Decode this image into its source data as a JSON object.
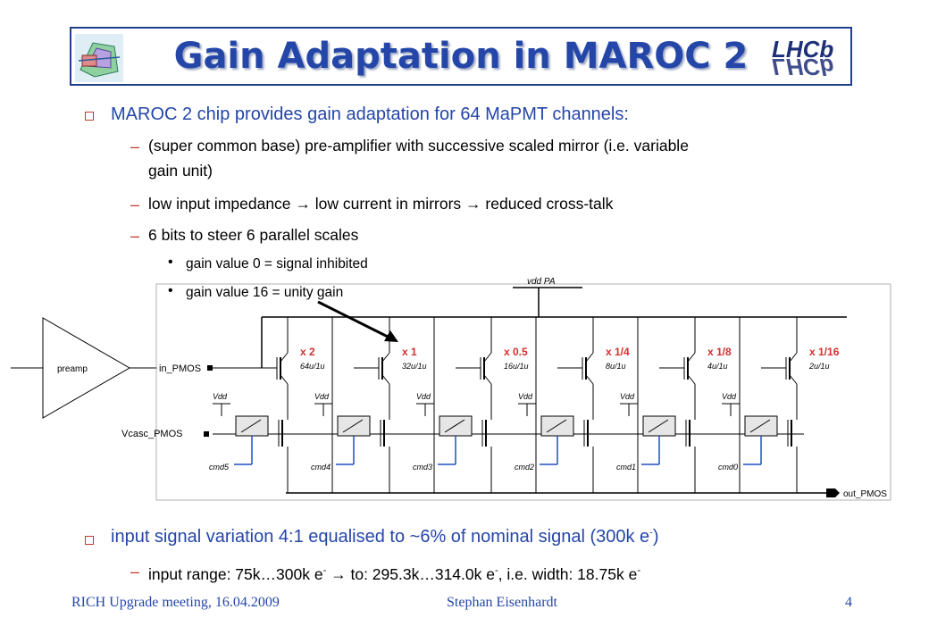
{
  "title": "Gain Adaptation in MAROC 2",
  "logo_text": "LHCb",
  "bullets": {
    "b1": "MAROC 2 chip provides gain adaptation for 64 MaPMT channels:",
    "s1_line1": "(super common base) pre-amplifier with successive scaled mirror (i.e. variable",
    "s1_line2": "gain unit)",
    "s2_a": "low input impedance",
    "s2_b": "low current in mirrors",
    "s2_c": "reduced cross-talk",
    "s3": "6 bits to steer 6 parallel scales",
    "t1": "gain value 0 = signal inhibited",
    "t2": "gain value 16 = unity gain",
    "b2": "input signal variation 4:1 equalised to ~6% of nominal signal (300k e",
    "b2_sup": "-",
    "b2_end": ")",
    "s4_a": "input range: 75k…300k e",
    "s4_b": "to: 295.3k…314.0k e",
    "s4_c": ", i.e. width: 18.75k e",
    "sup_minus": "-",
    "arrow": "→"
  },
  "diagram": {
    "preamp": "preamp",
    "vdd_pa": "vdd PA",
    "in_pmos": "in_PMOS",
    "vcasc_pmos": "Vcasc_PMOS",
    "out_pmos": "out_PMOS",
    "vdd": "Vdd",
    "stages": [
      {
        "scale": "x 2",
        "size": "64u/1u",
        "cmd": "cmd5"
      },
      {
        "scale": "x 1",
        "size": "32u/1u",
        "cmd": "cmd4"
      },
      {
        "scale": "x 0.5",
        "size": "16u/1u",
        "cmd": "cmd3"
      },
      {
        "scale": "x 1/4",
        "size": "8u/1u",
        "cmd": "cmd2"
      },
      {
        "scale": "x 1/8",
        "size": "4u/1u",
        "cmd": "cmd1"
      },
      {
        "scale": "x 1/16",
        "size": "2u/1u",
        "cmd": "cmd0"
      }
    ]
  },
  "footer": {
    "left": "RICH Upgrade meeting, 16.04.2009",
    "center": "Stephan Eisenhardt",
    "page": "4"
  },
  "colors": {
    "title": "#2446a8",
    "bullet": "#c0392b",
    "scale_label": "#d32f2f",
    "cmd_wire": "#1f4fbf"
  }
}
